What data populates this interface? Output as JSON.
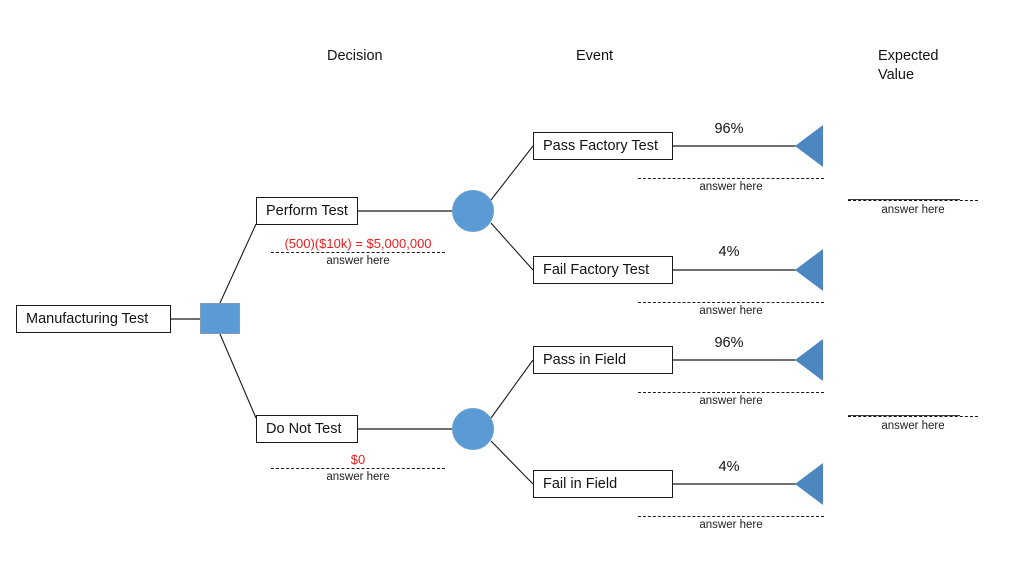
{
  "headers": {
    "decision": "Decision",
    "event": "Event",
    "expected_value": "Expected\nValue"
  },
  "root": {
    "label": "Manufacturing Test"
  },
  "decisions": [
    {
      "label": "Perform Test",
      "answer_value": "(500)($10k) = $5,000,000",
      "answer_caption": "answer here"
    },
    {
      "label": "Do Not Test",
      "answer_value": "$0",
      "answer_caption": "answer here"
    }
  ],
  "events": [
    {
      "label": "Pass Factory Test",
      "probability": "96%",
      "answer_caption": "answer here"
    },
    {
      "label": "Fail Factory Test",
      "probability": "4%",
      "answer_caption": "answer here"
    },
    {
      "label": "Pass in Field",
      "probability": "96%",
      "answer_caption": "answer here"
    },
    {
      "label": "Fail in Field",
      "probability": "4%",
      "answer_caption": "answer here"
    }
  ],
  "expected_values": [
    {
      "answer_caption": "answer here"
    },
    {
      "answer_caption": "answer here"
    }
  ],
  "colors": {
    "node_blue": "#5b9bd5",
    "terminal_blue": "#4d87bf",
    "answer_red": "#ef1c1c",
    "line": "#1a1a1a"
  }
}
